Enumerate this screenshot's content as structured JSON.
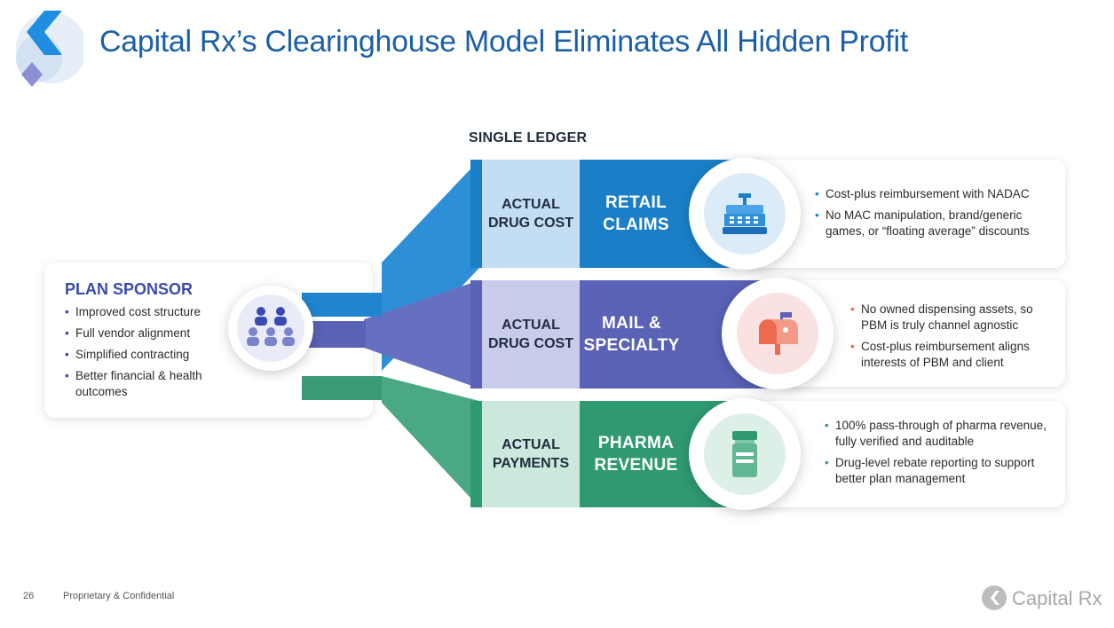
{
  "title": "Capital Rx’s Clearinghouse Model Eliminates All Hidden Profit",
  "ledger_label": "SINGLE LEDGER",
  "plan_sponsor": {
    "title": "PLAN SPONSOR",
    "bullets": [
      "Improved cost structure",
      "Full vendor alignment",
      "Simplified contracting",
      "Better financial & health outcomes"
    ]
  },
  "rows": [
    {
      "ledger": "ACTUAL DRUG COST",
      "title": "RETAIL CLAIMS",
      "icon": "cash-register-icon",
      "bullets": [
        "Cost-plus reimbursement with NADAC",
        "No MAC manipulation, brand/generic games, or “floating average” discounts"
      ]
    },
    {
      "ledger": "ACTUAL DRUG COST",
      "title": "MAIL & SPECIALTY",
      "icon": "mailbox-icon",
      "bullets": [
        "No owned dispensing assets, so PBM is truly channel agnostic",
        "Cost-plus reimbursement aligns interests of PBM and client"
      ]
    },
    {
      "ledger": "ACTUAL PAYMENTS",
      "title": "PHARMA REVENUE",
      "icon": "pill-bottle-icon",
      "bullets": [
        "100% pass-through of pharma revenue, fully verified and auditable",
        "Drug-level rebate reporting to support better plan management"
      ]
    }
  ],
  "footer": {
    "page": "26",
    "confidential": "Proprietary & Confidential",
    "brand": "Capital Rx"
  },
  "colors": {
    "title": "#1a5fa8",
    "retail": "#1b7fc8",
    "mail": "#5962b5",
    "pharma": "#2f9a72",
    "sponsor": "#3a4ab0"
  }
}
